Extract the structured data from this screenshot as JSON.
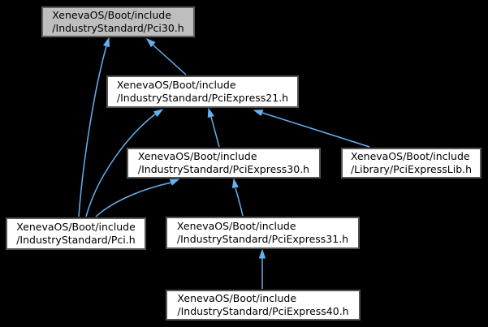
{
  "graph": {
    "type": "doxygen-included-by-graph",
    "nodes": [
      {
        "id": "pci30",
        "line1": "XenevaOS/Boot/include",
        "line2": "/IndustryStandard/Pci30.h",
        "highlighted": true
      },
      {
        "id": "pciexpress21",
        "line1": "XenevaOS/Boot/include",
        "line2": "/IndustryStandard/PciExpress21.h",
        "highlighted": false
      },
      {
        "id": "pciexpress30",
        "line1": "XenevaOS/Boot/include",
        "line2": "/IndustryStandard/PciExpress30.h",
        "highlighted": false
      },
      {
        "id": "pciexpresslib",
        "line1": "XenevaOS/Boot/include",
        "line2": "/Library/PciExpressLib.h",
        "highlighted": false
      },
      {
        "id": "pci",
        "line1": "XenevaOS/Boot/include",
        "line2": "/IndustryStandard/Pci.h",
        "highlighted": false
      },
      {
        "id": "pciexpress31",
        "line1": "XenevaOS/Boot/include",
        "line2": "/IndustryStandard/PciExpress31.h",
        "highlighted": false
      },
      {
        "id": "pciexpress40",
        "line1": "XenevaOS/Boot/include",
        "line2": "/IndustryStandard/PciExpress40.h",
        "highlighted": false
      }
    ],
    "edges": [
      {
        "from": "pci",
        "to": "pci30"
      },
      {
        "from": "pciexpress21",
        "to": "pci30"
      },
      {
        "from": "pci",
        "to": "pciexpress21"
      },
      {
        "from": "pciexpress30",
        "to": "pciexpress21"
      },
      {
        "from": "pciexpresslib",
        "to": "pciexpress21"
      },
      {
        "from": "pci",
        "to": "pciexpress30"
      },
      {
        "from": "pciexpress31",
        "to": "pciexpress30"
      },
      {
        "from": "pciexpress40",
        "to": "pciexpress31"
      }
    ]
  },
  "colors": {
    "background": "#000000",
    "edge": "#64b1f0",
    "node_fill": "#ffffff",
    "node_border": "#545454",
    "highlight_fill": "#bebebe",
    "highlight_border": "#5e5e5e",
    "text": "#000000"
  }
}
